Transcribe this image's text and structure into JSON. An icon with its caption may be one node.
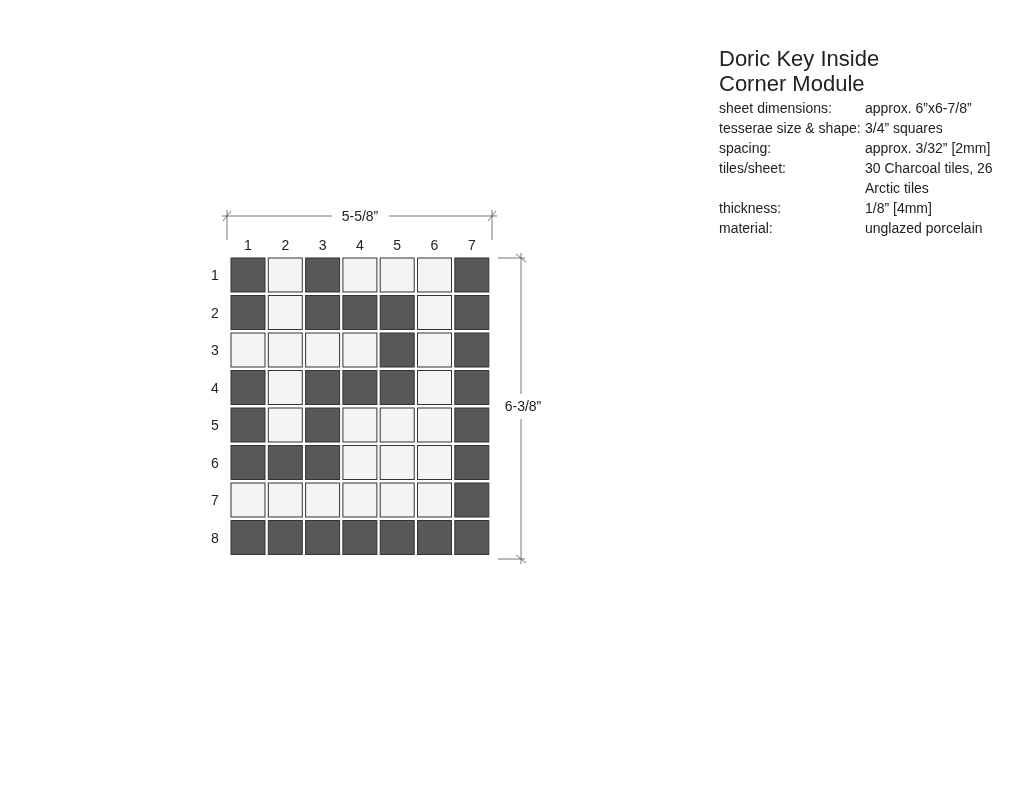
{
  "diagram": {
    "title": "Doric Key Inside Corner Module",
    "labels": [
      "sheet dimensions:",
      "approx. 6”x6-7/8”",
      "tesserae size & shape:",
      "3/4” squares",
      "spacing:",
      "approx. 3/32” [2mm]",
      "tiles/sheet:",
      "30 Charcoal tiles, 26 Arctic tiles",
      "thickness:",
      "1/8” [4mm]",
      "material:",
      "unglazed porcelain",
      "5-5/8”",
      "1",
      "2",
      "3",
      "4",
      "5",
      "6",
      "7",
      "1",
      "2",
      "3",
      "4",
      "5",
      "6",
      "7",
      "8",
      "6-3/8”"
    ]
  }
}
